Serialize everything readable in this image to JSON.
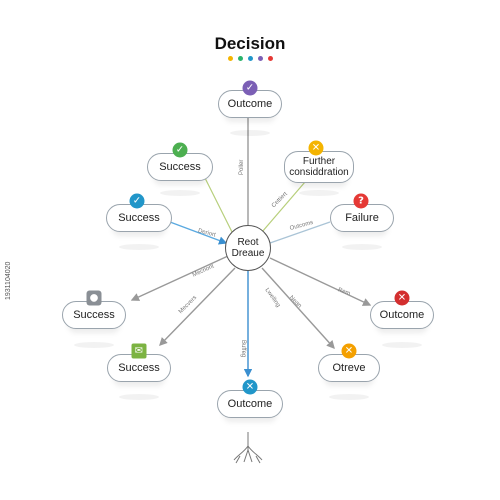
{
  "title": "Decision",
  "title_dots": [
    "#f4b400",
    "#2ab36b",
    "#2196c9",
    "#7b5fb5",
    "#e53935"
  ],
  "center": {
    "line1": "Reot",
    "line2": "Dreaue"
  },
  "nodes": [
    {
      "id": "outcome-top",
      "label": "Outcome",
      "icon": "check-icon",
      "glyph": "✓",
      "color": "#7b5fb5"
    },
    {
      "id": "success-1",
      "label": "Success",
      "icon": "check-icon",
      "glyph": "✓",
      "color": "#4caf50"
    },
    {
      "id": "further",
      "label": "Further considdration",
      "icon": "close-icon",
      "glyph": "✕",
      "color": "#f4b400"
    },
    {
      "id": "success-2",
      "label": "Success",
      "icon": "check-icon",
      "glyph": "✓",
      "color": "#2196c9"
    },
    {
      "id": "failure",
      "label": "Failure",
      "icon": "question-icon",
      "glyph": "?",
      "color": "#e53935"
    },
    {
      "id": "success-3",
      "label": "Success",
      "icon": "person-icon",
      "glyph": "●",
      "color": "#8a8f95"
    },
    {
      "id": "outcome-right",
      "label": "Outcome",
      "icon": "close-icon",
      "glyph": "✕",
      "color": "#d32f2f"
    },
    {
      "id": "success-4",
      "label": "Success",
      "icon": "mail-icon",
      "glyph": "✉",
      "color": "#7cb342"
    },
    {
      "id": "otreve",
      "label": "Otreve",
      "icon": "close-icon",
      "glyph": "✕",
      "color": "#f4a000"
    },
    {
      "id": "outcome-bottom",
      "label": "Outcome",
      "icon": "close-icon",
      "glyph": "✕",
      "color": "#2196c9"
    }
  ],
  "edge_labels": {
    "to_outcome_top": "Poller",
    "to_further": "Cettiert",
    "to_success_2": "Deriort",
    "to_failure": "Outcoms",
    "to_success_3": "Mecriont",
    "to_outcome_right": "Rem",
    "to_success_4": "Mecvers",
    "to_otreve": "Nean",
    "lateral": "Lwelling",
    "to_outcome_bottom": "Buffeg"
  },
  "side_text": "1931104020"
}
